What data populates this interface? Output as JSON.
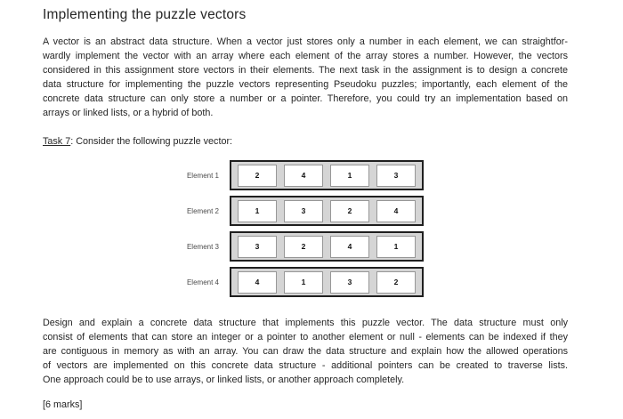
{
  "doc": {
    "title": "Implementing the puzzle vectors",
    "intro_lines": [
      "A vector is an abstract data structure. When a vector just stores only a number in each element, we can straightfor-",
      "wardly implement the vector with an array where each element of the array stores a number. However, the vectors",
      "considered in this assignment store vectors in their elements. The next task in the assignment is to design a concrete",
      "data structure for implementing the puzzle vectors representing Pseudoku puzzles; importantly, each element of the",
      "concrete data structure can only store a number or a pointer. Therefore, you could try an implementation based on",
      "arrays or linked lists, or a hybrid of both."
    ],
    "task": {
      "label": "Task 7",
      "rest": ": Consider the following puzzle vector:"
    },
    "diagram": {
      "rows": [
        {
          "label": "Element 1",
          "cells": [
            "2",
            "4",
            "1",
            "3"
          ]
        },
        {
          "label": "Element 2",
          "cells": [
            "1",
            "3",
            "2",
            "4"
          ]
        },
        {
          "label": "Element 3",
          "cells": [
            "3",
            "2",
            "4",
            "1"
          ]
        },
        {
          "label": "Element 4",
          "cells": [
            "4",
            "1",
            "3",
            "2"
          ]
        }
      ]
    },
    "outro_lines": [
      "Design and explain a concrete data structure that implements this puzzle vector. The data structure must only",
      "consist of elements that can store an integer or a pointer to another element or null - elements can be indexed if they",
      "are contiguous in memory as with an array. You can draw the data structure and explain how the allowed operations",
      "of vectors are implemented on this concrete data structure - additional pointers can be created to traverse lists.",
      "One approach could be to use arrays, or linked lists, or another approach completely."
    ],
    "marks": "[6 marks]"
  },
  "colors": {
    "page_background": "#ffffff",
    "text": "#262626",
    "box_fill": "#d5d5d5",
    "box_border": "#1f1f1f",
    "cell_fill": "#ffffff",
    "cell_border": "#979797"
  }
}
